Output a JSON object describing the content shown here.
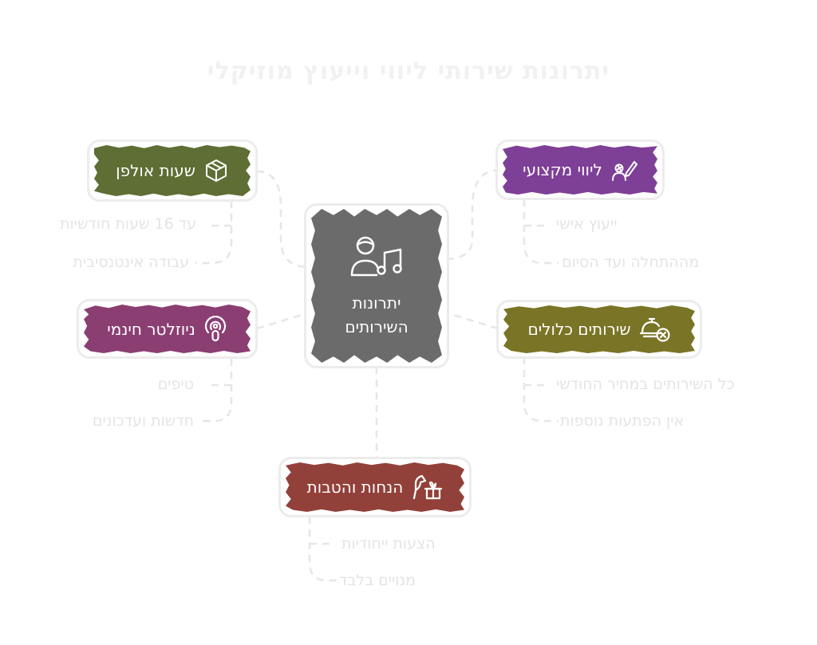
{
  "title": "יתרונות שירותי ליווי וייעוץ מוזיקלי",
  "center": {
    "line1": "יתרונות",
    "line2": "השירותים",
    "icon": "musician-icon",
    "color": "#6b6b6b"
  },
  "branches": [
    {
      "id": "studio",
      "label": "שעות אולפן",
      "icon": "box-icon",
      "color": "#5e6e34",
      "items": [
        "עד 16 שעות חודשיות",
        "עבודה אינטנסיבית"
      ]
    },
    {
      "id": "guidance",
      "label": "ליווי מקצועי",
      "icon": "user-edit-icon",
      "color": "#7e3f96",
      "items": [
        "ייעוץ אישי",
        "מההתחלה ועד הסיום"
      ]
    },
    {
      "id": "newsletter",
      "label": "ניוזלטר חינמי",
      "icon": "podcast-icon",
      "color": "#8b3e72",
      "items": [
        "טיפים",
        "חדשות ועדכונים"
      ]
    },
    {
      "id": "inclusive",
      "label": "שירותים כלולים",
      "icon": "service-icon",
      "color": "#7a7426",
      "items": [
        "כל השירותים במחיר החודשי",
        "אין הפתעות נוספות"
      ]
    },
    {
      "id": "discounts",
      "label": "הנחות והטבות",
      "icon": "gift-icon",
      "color": "#92413a",
      "items": [
        "הצעות ייחודיות",
        "מנויים בלבד"
      ]
    }
  ]
}
